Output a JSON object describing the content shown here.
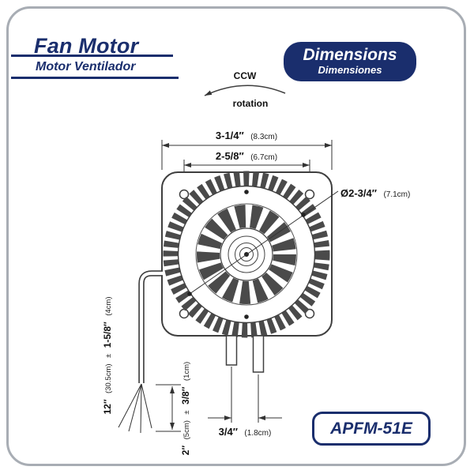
{
  "header": {
    "title": "Fan Motor",
    "subtitle": "Motor Ventilador"
  },
  "badge": {
    "title": "Dimensions",
    "subtitle": "Dimensiones"
  },
  "rotation": {
    "top": "CCW",
    "bottom": "rotation"
  },
  "dims": {
    "outer_width": {
      "value": "3-1/4″",
      "metric": "(8.3cm)"
    },
    "inner_width": {
      "value": "2-5/8″",
      "metric": "(6.7cm)"
    },
    "diameter": {
      "value": "Ø2-3/4″",
      "metric": "(7.1cm)"
    },
    "wire_length": {
      "v1": "12″",
      "m1": "(30.5cm)",
      "pm": "±",
      "v2": "1-5/8″",
      "m2": "(4cm)"
    },
    "strip_length": {
      "v1": "2″",
      "m1": "(5cm)",
      "pm": "±",
      "v2": "3/8″",
      "m2": "(1cm)"
    },
    "shaft_gap": {
      "value": "3/4″",
      "metric": "(1.8cm)"
    }
  },
  "model": "APFM-51E",
  "colors": {
    "navy": "#1a2e6d",
    "line": "#3f3f3f"
  }
}
